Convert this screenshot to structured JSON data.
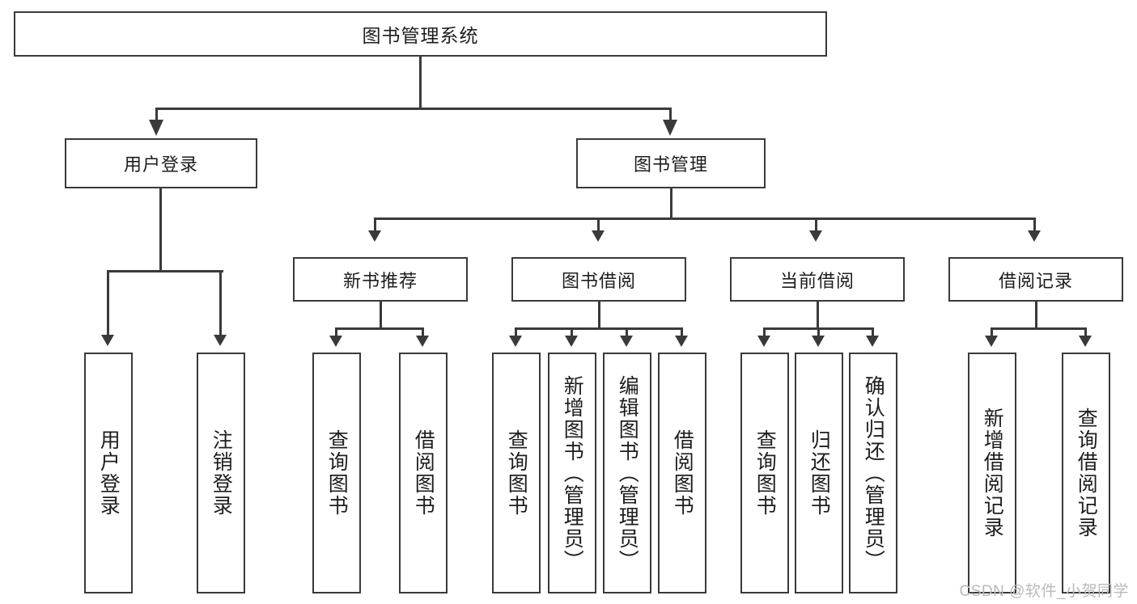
{
  "diagram": {
    "type": "tree",
    "title": "图书管理系统",
    "root": {
      "label": "图书管理系统"
    },
    "level2": [
      {
        "label": "用户登录"
      },
      {
        "label": "图书管理"
      }
    ],
    "level3": [
      {
        "label": "新书推荐"
      },
      {
        "label": "图书借阅"
      },
      {
        "label": "当前借阅"
      },
      {
        "label": "借阅记录"
      }
    ],
    "leaves": {
      "user_login": [
        {
          "label": "用户登录"
        },
        {
          "label": "注销登录"
        }
      ],
      "new_book_recommend": [
        {
          "label": "查询图书"
        },
        {
          "label": "借阅图书"
        }
      ],
      "book_borrow": [
        {
          "label": "查询图书"
        },
        {
          "label": "新增图书（管理员）"
        },
        {
          "label": "编辑图书（管理员）"
        },
        {
          "label": "借阅图书"
        }
      ],
      "current_borrow": [
        {
          "label": "查询图书"
        },
        {
          "label": "归还图书"
        },
        {
          "label": "确认归还（管理员）"
        }
      ],
      "borrow_record": [
        {
          "label": "新增借阅记录"
        },
        {
          "label": "查询借阅记录"
        }
      ]
    }
  },
  "watermark": {
    "text": "CSDN @软件_小贺同学"
  },
  "colors": {
    "stroke": "#3a3a3a",
    "background": "#ffffff",
    "text": "#1d1d1d",
    "watermark": "#b9b9b9"
  }
}
